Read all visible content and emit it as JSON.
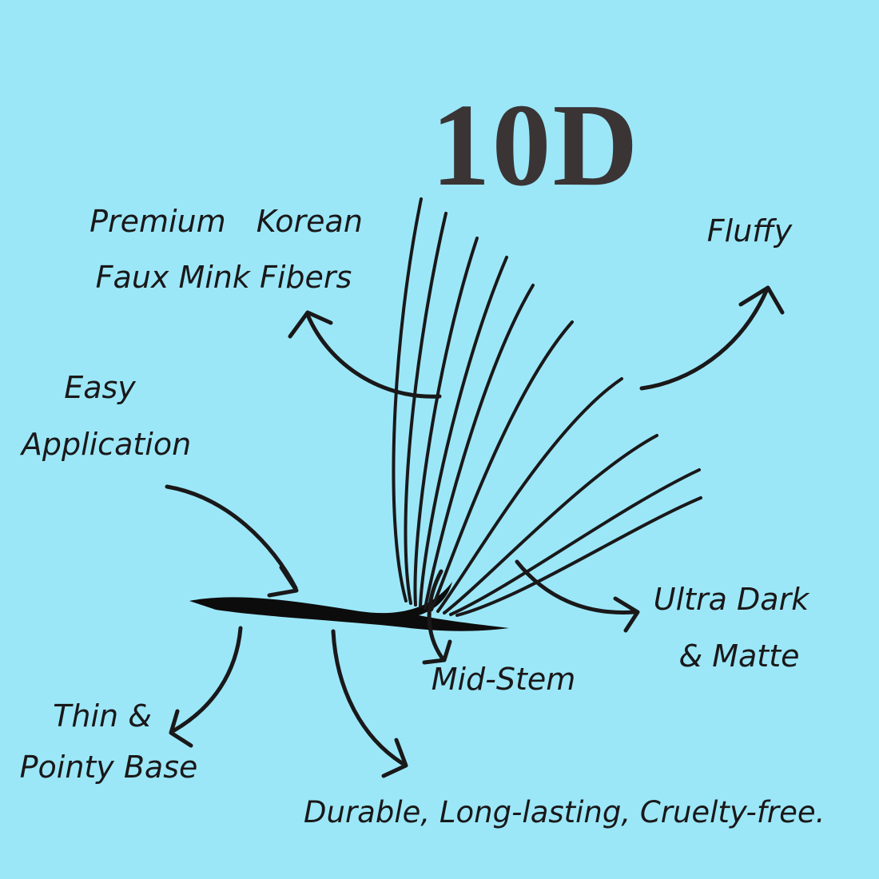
{
  "canvas": {
    "background_color": "#9be7f8",
    "ink_color": "#1a1819",
    "title_color": "#3a3435"
  },
  "title": "10D",
  "illustration": "10-fiber eyelash extension fan with thick tapered base",
  "callouts": {
    "fibers": {
      "line1": "Premium Korean",
      "line2": "Faux Mink Fibers"
    },
    "fluffy": {
      "line1": "Fluffy"
    },
    "easy": {
      "line1": "Easy",
      "line2": "Application"
    },
    "base": {
      "line1": "Thin &",
      "line2": "Pointy Base"
    },
    "midstem": {
      "line1": "Mid-Stem"
    },
    "dark": {
      "line1": "Ultra Dark",
      "line2": "& Matte"
    },
    "durable": {
      "line1": "Durable, Long-lasting, Cruelty-free."
    }
  }
}
